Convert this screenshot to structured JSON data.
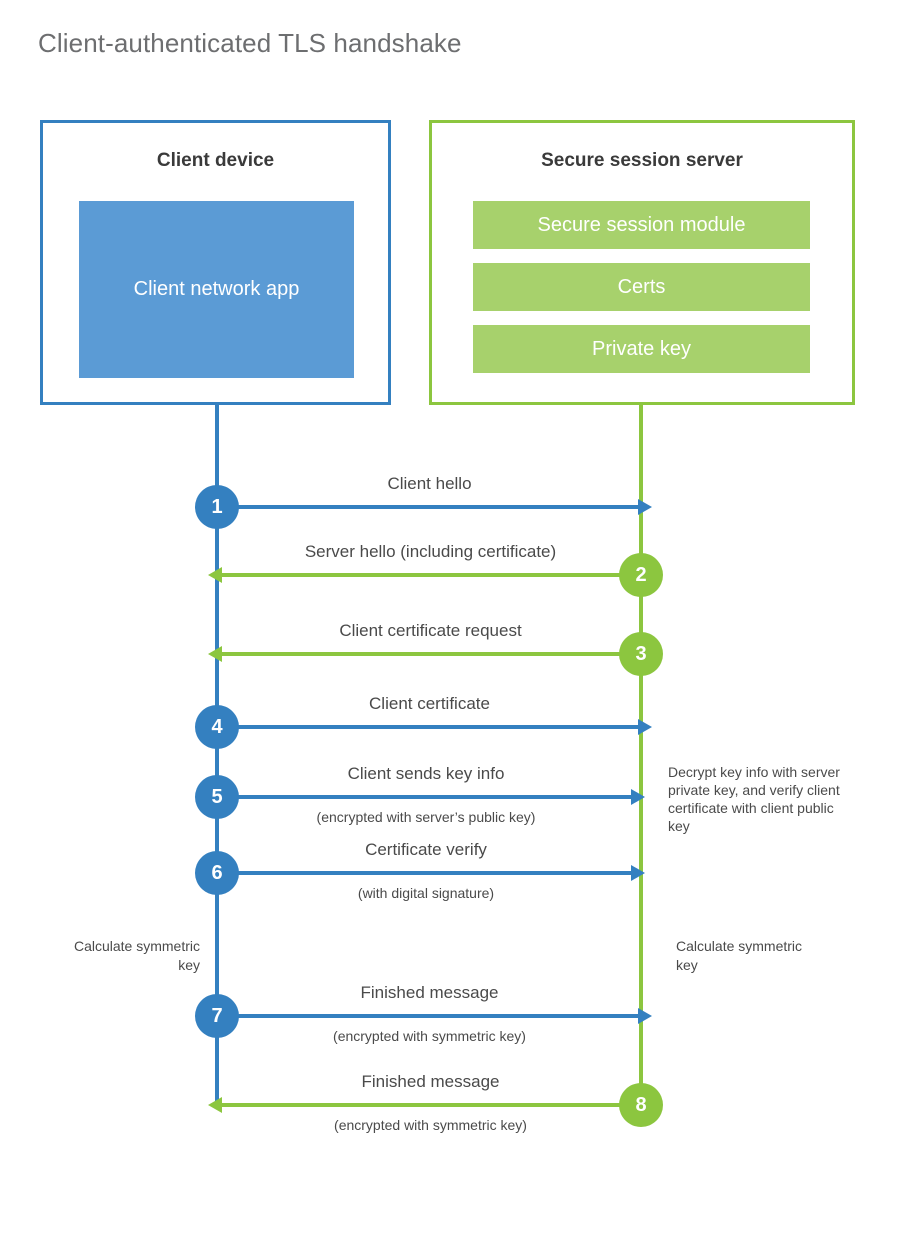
{
  "title": "Client-authenticated TLS handshake",
  "colors": {
    "client_blue": "#3480c0",
    "client_app_fill": "#5b9bd5",
    "server_green": "#8cc63f",
    "server_bar_fill": "#a7d16c",
    "title_gray": "#6d6e70",
    "text_gray": "#4a4a4a",
    "background": "#ffffff"
  },
  "client": {
    "title": "Client device",
    "app_label": "Client network app"
  },
  "server": {
    "title": "Secure session server",
    "components": [
      {
        "label": "Secure session module"
      },
      {
        "label": "Certs"
      },
      {
        "label": "Private key"
      }
    ]
  },
  "steps": [
    {
      "number": "1",
      "label": "Client hello",
      "sublabel": "",
      "from": "client",
      "to": "server",
      "direction": "right",
      "color": "blue"
    },
    {
      "number": "2",
      "label": "Server hello (including certificate)",
      "sublabel": "",
      "from": "server",
      "to": "client",
      "direction": "left",
      "color": "green"
    },
    {
      "number": "3",
      "label": "Client certificate request",
      "sublabel": "",
      "from": "server",
      "to": "client",
      "direction": "left",
      "color": "green"
    },
    {
      "number": "4",
      "label": "Client certificate",
      "sublabel": "",
      "from": "client",
      "to": "server",
      "direction": "right",
      "color": "blue"
    },
    {
      "number": "5",
      "label": "Client sends key info",
      "sublabel": "(encrypted with server’s public key)",
      "from": "client",
      "to": "server",
      "direction": "right",
      "color": "blue"
    },
    {
      "number": "6",
      "label": "Certificate verify",
      "sublabel": "(with digital signature)",
      "from": "client",
      "to": "server",
      "direction": "right",
      "color": "blue"
    },
    {
      "number": "7",
      "label": "Finished message",
      "sublabel": "(encrypted with symmetric key)",
      "from": "client",
      "to": "server",
      "direction": "right",
      "color": "blue"
    },
    {
      "number": "8",
      "label": "Finished message",
      "sublabel": "(encrypted with symmetric key)",
      "from": "server",
      "to": "client",
      "direction": "left",
      "color": "green"
    }
  ],
  "annotations": {
    "server_decrypt": "Decrypt key info with server private key, and verify client certificate with client public key",
    "client_calculate": "Calculate symmetric key",
    "server_calculate": "Calculate symmetric key"
  }
}
